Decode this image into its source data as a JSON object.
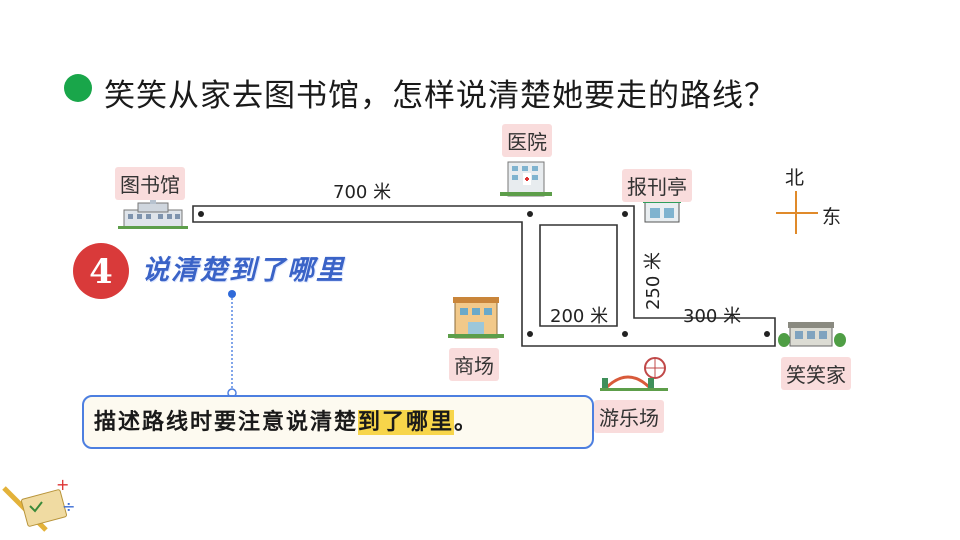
{
  "title": "笑笑从家去图书馆，怎样说清楚她要走的路线？",
  "places": {
    "library": "图书馆",
    "hospital": "医院",
    "kiosk": "报刊亭",
    "mall": "商场",
    "park": "游乐场",
    "home": "笑笑家"
  },
  "distances": {
    "d700": "700 米",
    "d200": "200 米",
    "d250": "250 米",
    "d300": "300 米"
  },
  "compass": {
    "north": "北",
    "east": "东"
  },
  "tip": {
    "number": "4",
    "heading": "说清楚到了哪里",
    "text_before": "描述路线时要注意说清楚",
    "text_highlight": "到了哪里",
    "text_after": "。"
  },
  "colors": {
    "bullet": "#19a64a",
    "label_bg": "#f9dcdc",
    "badge": "#d93a3a",
    "tip_heading": "#3a63c7",
    "callout_border": "#4d7fe0",
    "highlight": "#f7d54a"
  }
}
